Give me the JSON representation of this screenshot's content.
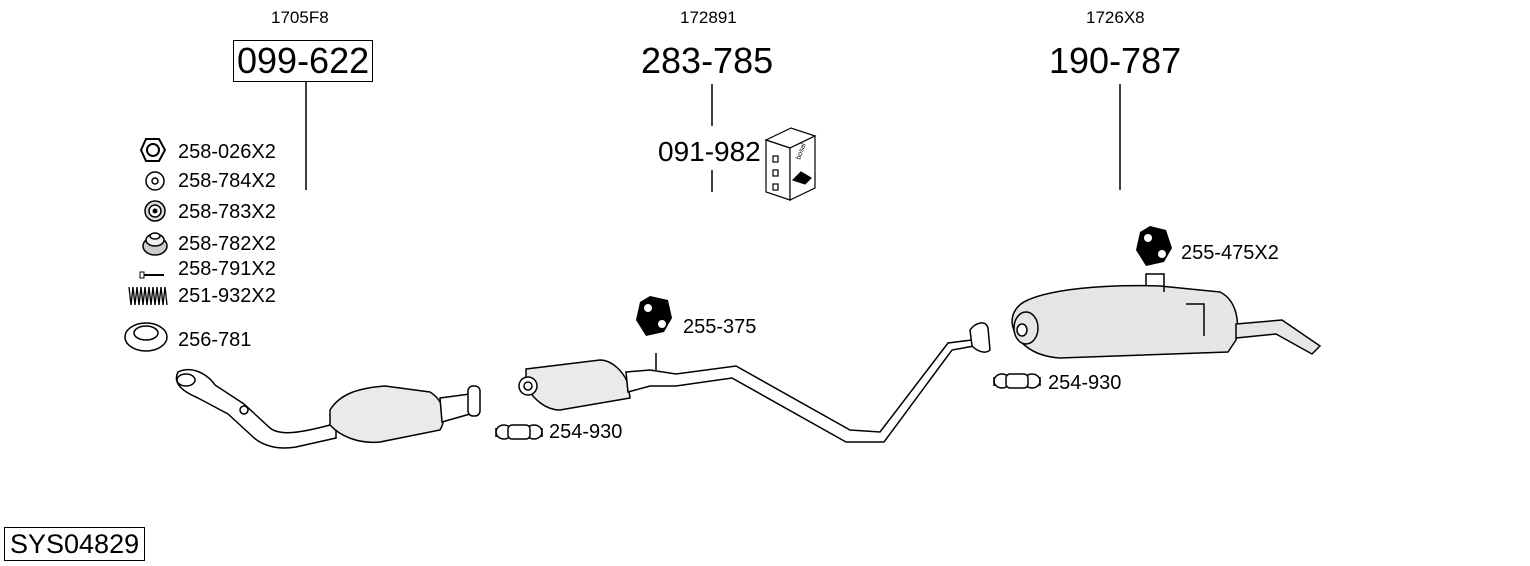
{
  "groups": [
    {
      "oe": "1705F8",
      "part": "099-622"
    },
    {
      "oe": "172891",
      "part": "283-785",
      "sub_part": "091-982"
    },
    {
      "oe": "1726X8",
      "part": "190-787"
    }
  ],
  "fittings": [
    {
      "label": "258-026X2",
      "icon": "hex-nut-icon"
    },
    {
      "label": "258-784X2",
      "icon": "washer-icon"
    },
    {
      "label": "258-783X2",
      "icon": "spring-washer-icon"
    },
    {
      "label": "258-782X2",
      "icon": "rubber-mount-icon"
    },
    {
      "label": "258-791X2",
      "icon": "bolt-icon"
    },
    {
      "label": "251-932X2",
      "icon": "spring-icon"
    },
    {
      "label": "256-781",
      "icon": "gasket-ring-icon"
    }
  ],
  "hangers": [
    {
      "label": "255-375"
    },
    {
      "label": "255-475X2"
    }
  ],
  "clamps": [
    {
      "label": "254-930"
    },
    {
      "label": "254-930"
    }
  ],
  "box_brand": "bosal",
  "system_code": "SYS04829"
}
